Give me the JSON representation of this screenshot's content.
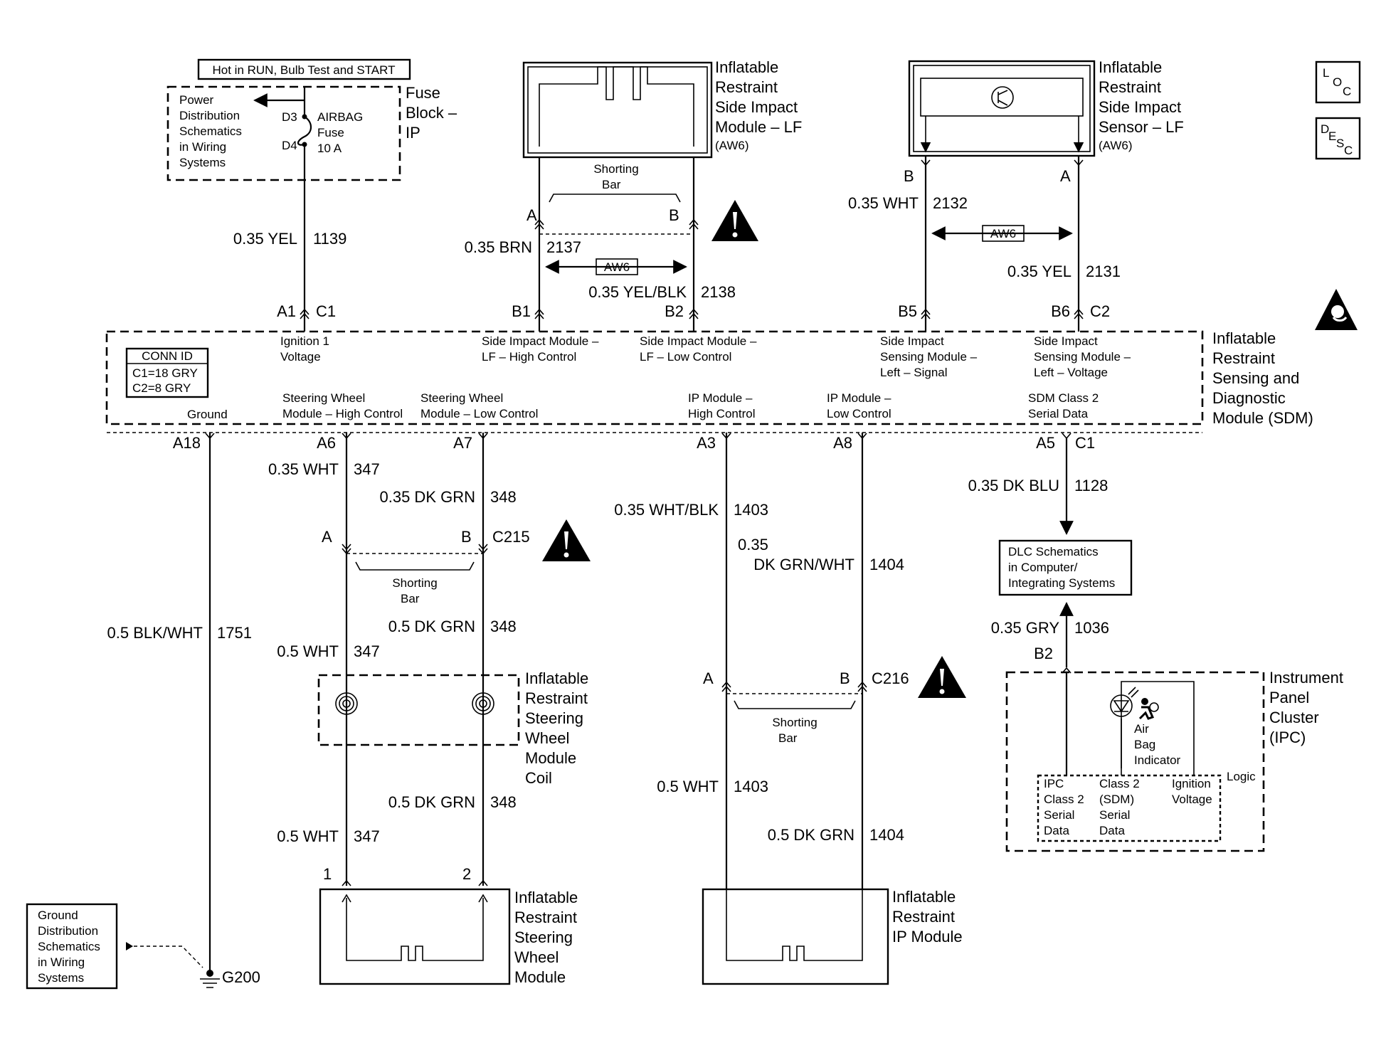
{
  "power": {
    "hot_label": "Hot in RUN, Bulb Test and START",
    "pd_lines": [
      "Power",
      "Distribution",
      "Schematics",
      "in Wiring",
      "Systems"
    ],
    "fuse_block_lines": [
      "Fuse",
      "Block –",
      "IP"
    ],
    "pin_d3": "D3",
    "pin_d4": "D4",
    "fuse_lines": [
      "AIRBAG",
      "Fuse",
      "10 A"
    ],
    "wire_label": "0.35 YEL",
    "circuit": "1139"
  },
  "loc_symbol": [
    "L",
    "O",
    "C"
  ],
  "desc_symbol": [
    "D",
    "E",
    "S",
    "C"
  ],
  "side_module": {
    "title_lines": [
      "Inflatable",
      "Restraint",
      "Side Impact",
      "Module – LF"
    ],
    "option": "(AW6)",
    "shorting_bar": [
      "Shorting",
      "Bar"
    ],
    "pin_a": "A",
    "pin_b": "B",
    "wire1_label": "0.35 BRN",
    "wire1_circuit": "2137",
    "aw6": "AW6",
    "wire2_label": "0.35 YEL/BLK",
    "wire2_circuit": "2138"
  },
  "side_sensor": {
    "title_lines": [
      "Inflatable",
      "Restraint",
      "Side Impact",
      "Sensor – LF"
    ],
    "option": "(AW6)",
    "pin_b": "B",
    "pin_a": "A",
    "wire1_label": "0.35 WHT",
    "wire1_circuit": "2132",
    "aw6": "AW6",
    "wire2_label": "0.35 YEL",
    "wire2_circuit": "2131"
  },
  "sdm": {
    "title_lines": [
      "Inflatable",
      "Restraint",
      "Sensing and",
      "Diagnostic",
      "Module (SDM)"
    ],
    "conn_id_title": "CONN ID",
    "conn_id_c1": "C1=18 GRY",
    "conn_id_c2": "C2=8 GRY",
    "top_pins": {
      "a1": "A1",
      "c1": "C1",
      "b1": "B1",
      "b2": "B2",
      "b5": "B5",
      "b6": "B6",
      "c2": "C2"
    },
    "bottom_pins": {
      "a18": "A18",
      "a6": "A6",
      "a7": "A7",
      "a3": "A3",
      "a8": "A8",
      "a5": "A5",
      "c1": "C1"
    },
    "labels": {
      "ignition": [
        "Ignition 1",
        "Voltage"
      ],
      "side_high": [
        "Side Impact Module –",
        "LF – High Control"
      ],
      "side_low": [
        "Side Impact Module –",
        "LF – Low Control"
      ],
      "sensing_signal": [
        "Side Impact",
        "Sensing Module –",
        "Left – Signal"
      ],
      "sensing_voltage": [
        "Side Impact",
        "Sensing Module –",
        "Left – Voltage"
      ],
      "ground": "Ground",
      "sw_high": [
        "Steering Wheel",
        "Module – High Control"
      ],
      "sw_low": [
        "Steering Wheel",
        "Module – Low Control"
      ],
      "ip_high": [
        "IP Module –",
        "High Control"
      ],
      "ip_low": [
        "IP Module –",
        "Low Control"
      ],
      "sdm_class2": [
        "SDM Class 2",
        "Serial Data"
      ]
    }
  },
  "ground": {
    "wire_label": "0.5 BLK/WHT",
    "circuit": "1751",
    "point": "G200",
    "box_lines": [
      "Ground",
      "Distribution",
      "Schematics",
      "in Wiring",
      "Systems"
    ]
  },
  "steering": {
    "w347_a_label": "0.35 WHT",
    "w347_a_circuit": "347",
    "w348_a_label": "0.35 DK GRN",
    "w348_a_circuit": "348",
    "pin_a": "A",
    "pin_b": "B",
    "connector": "C215",
    "shorting_bar": [
      "Shorting",
      "Bar"
    ],
    "w348_b_label": "0.5 DK GRN",
    "w348_b_circuit": "348",
    "w347_b_label": "0.5 WHT",
    "w347_b_circuit": "347",
    "coil_lines": [
      "Inflatable",
      "Restraint",
      "Steering",
      "Wheel",
      "Module",
      "Coil"
    ],
    "w348_c_label": "0.5 DK GRN",
    "w348_c_circuit": "348",
    "w347_c_label": "0.5 WHT",
    "w347_c_circuit": "347",
    "pin_1": "1",
    "pin_2": "2",
    "module_lines": [
      "Inflatable",
      "Restraint",
      "Steering",
      "Wheel",
      "Module"
    ]
  },
  "ip_module": {
    "w1403_a_label": "0.35 WHT/BLK",
    "w1403_a_circuit": "1403",
    "w1404_a_label_1": "0.35",
    "w1404_a_label_2": "DK GRN/WHT",
    "w1404_a_circuit": "1404",
    "pin_a": "A",
    "pin_b": "B",
    "connector": "C216",
    "shorting_bar": [
      "Shorting",
      "Bar"
    ],
    "w1403_b_label": "0.5 WHT",
    "w1403_b_circuit": "1403",
    "w1404_b_label": "0.5 DK GRN",
    "w1404_b_circuit": "1404",
    "module_lines": [
      "Inflatable",
      "Restraint",
      "IP Module"
    ]
  },
  "data_link": {
    "w1128_label": "0.35 DK BLU",
    "w1128_circuit": "1128",
    "dlc_lines": [
      "DLC Schematics",
      "in Computer/",
      "Integrating Systems"
    ],
    "w1036_label": "0.35 GRY",
    "w1036_circuit": "1036",
    "pin_b2": "B2"
  },
  "ipc": {
    "title_lines": [
      "Instrument",
      "Panel",
      "Cluster",
      "(IPC)"
    ],
    "indicator_lines": [
      "Air",
      "Bag",
      "Indicator"
    ],
    "logic": "Logic",
    "ipc_class2": [
      "IPC",
      "Class 2",
      "Serial",
      "Data"
    ],
    "sdm_class2": [
      "Class 2",
      "(SDM)",
      "Serial",
      "Data"
    ],
    "ign_voltage": [
      "Ignition",
      "Voltage"
    ]
  }
}
